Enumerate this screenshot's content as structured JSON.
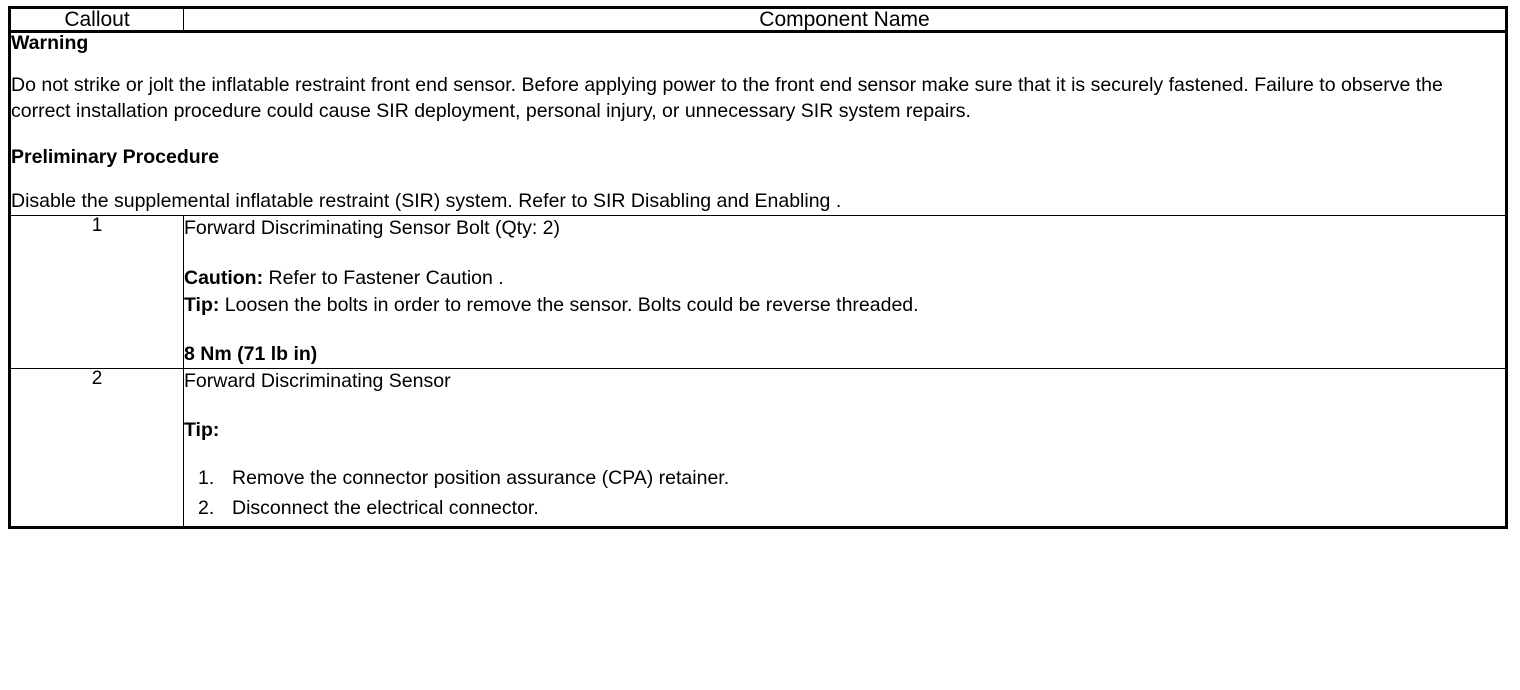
{
  "table": {
    "columns": [
      {
        "key": "callout",
        "header": "Callout"
      },
      {
        "key": "component_name",
        "header": "Component Name"
      }
    ],
    "notice": {
      "warning_title": "Warning",
      "warning_text": "Do not strike or jolt the inflatable restraint front end sensor. Before applying power to the front end sensor make sure that it is securely fastened. Failure to observe the correct installation procedure could cause SIR deployment, personal injury, or unnecessary SIR system repairs.",
      "preliminary_title": "Preliminary Procedure",
      "preliminary_text": "Disable the supplemental inflatable restraint (SIR) system. Refer to SIR Disabling and Enabling ."
    },
    "rows": [
      {
        "callout": "1",
        "title": "Forward Discriminating Sensor Bolt (Qty: 2)",
        "caution_label": "Caution:",
        "caution_text": " Refer to Fastener Caution .",
        "tip_label": "Tip:",
        "tip_text": " Loosen the bolts in order to remove the sensor. Bolts could be reverse threaded.",
        "torque": "8 Nm (71 lb in)"
      },
      {
        "callout": "2",
        "title": "Forward Discriminating Sensor",
        "tip_label": "Tip:",
        "steps": [
          "Remove the connector position assurance (CPA) retainer.",
          "Disconnect the electrical connector."
        ]
      }
    ]
  },
  "colors": {
    "border": "#000000",
    "background": "#ffffff",
    "text": "#000000"
  }
}
